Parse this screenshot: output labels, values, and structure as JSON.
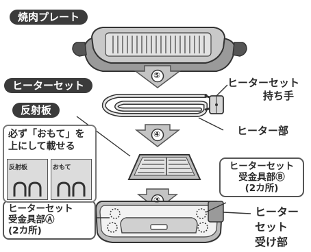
{
  "labels": {
    "plate": "焼肉プレート",
    "heater_set": "ヒーターセット",
    "reflector": "反射板",
    "heater_handle_line1": "ヒーターセット",
    "heater_handle_line2": "持ち手",
    "heater_part": "ヒーター部",
    "bracket_b_line1": "ヒーターセット",
    "bracket_b_line2": "受金具部Ⓑ",
    "bracket_b_line3": "(2カ所)",
    "bracket_a_line1": "ヒーターセット",
    "bracket_a_line2": "受金具部Ⓐ",
    "bracket_a_line3": "(2カ所)",
    "receiver_line1": "ヒーター",
    "receiver_line2": "セット",
    "receiver_line3": "受け部"
  },
  "note": {
    "line1": "必ず「おもて」を",
    "line2": "上にして載せる",
    "tab_left": "反射板",
    "tab_right": "おもて"
  },
  "steps": [
    "⑤",
    "④",
    "③"
  ],
  "colors": {
    "ink": "#3b3b3b",
    "fill": "#d9d9d9",
    "arrow": "#bdbdbd"
  }
}
